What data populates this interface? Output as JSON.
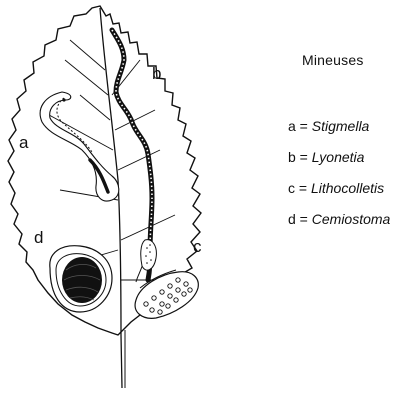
{
  "legend": {
    "title": "Mineuses",
    "items": [
      {
        "letter": "a",
        "sep": " = ",
        "name": "Stigmella"
      },
      {
        "letter": "b",
        "sep": " = ",
        "name": "Lyonetia"
      },
      {
        "letter": "c",
        "sep": " = ",
        "name": "Lithocolletis"
      },
      {
        "letter": "d",
        "sep": " = ",
        "name": "Cemiostoma"
      }
    ]
  },
  "diagram_labels": {
    "a": "a",
    "b": "b",
    "c": "c",
    "d": "d"
  }
}
